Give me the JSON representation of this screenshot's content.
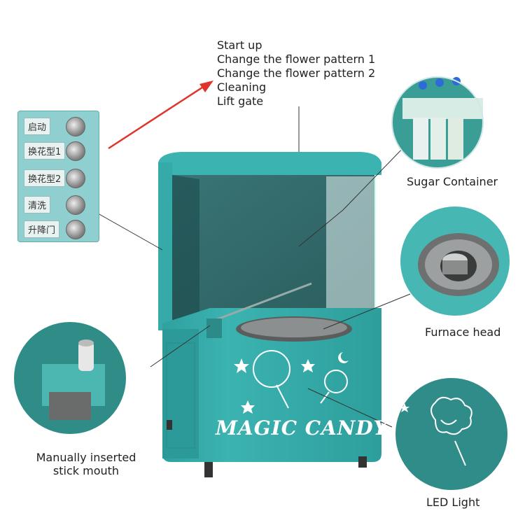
{
  "callouts": {
    "items": [
      "Start up",
      "Change the flower pattern 1",
      "Change the flower pattern 2",
      "Cleaning",
      "Lift gate"
    ]
  },
  "panel_buttons": [
    "启动",
    "换花型1",
    "换花型2",
    "清洗",
    "升降门"
  ],
  "labels": {
    "sugar": "Sugar Container",
    "furnace": "Furnace head",
    "stick": "Manually inserted\nstick mouth",
    "stick_line1": "Manually inserted",
    "stick_line2": "stick mouth",
    "led": "LED Light"
  },
  "machine": {
    "brand_text": "MAGIC CANDY"
  },
  "colors": {
    "machine": "#3bb3b1",
    "machine_dark": "#2a9896",
    "arrow": "#e0332b",
    "panel": "#8fcfd0"
  }
}
